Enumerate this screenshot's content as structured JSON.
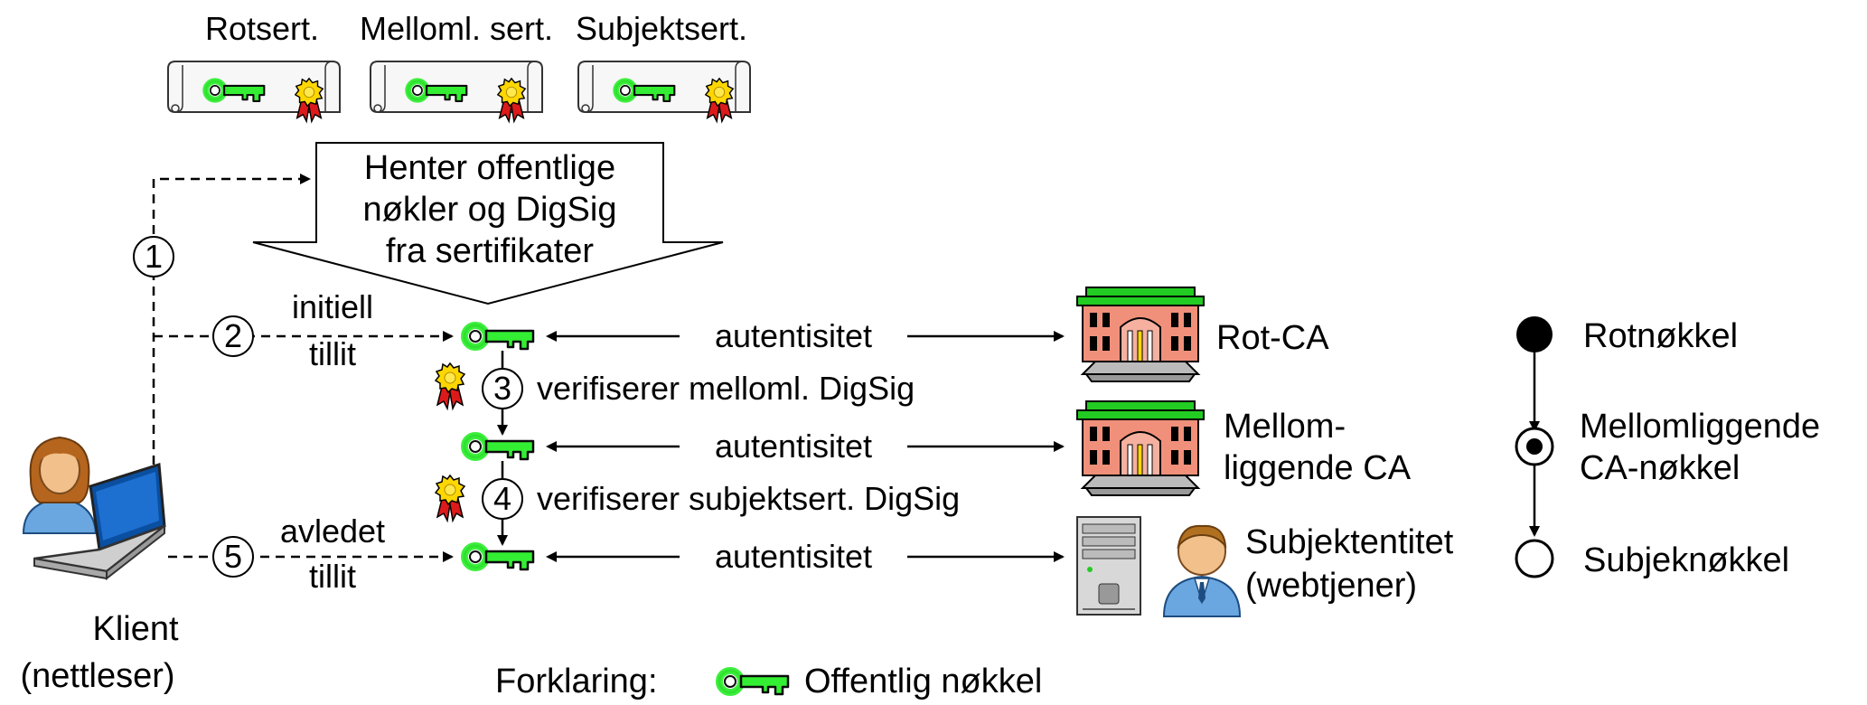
{
  "certificates": {
    "root": "Rotsert.",
    "intermediate": "Melloml. sert.",
    "subject": "Subjektsert."
  },
  "fetch_box": {
    "line1": "Henter offentlige",
    "line2": "nøkler og DigSig",
    "line3": "fra sertifikater"
  },
  "steps": {
    "s1": "1",
    "s2": "2",
    "s3": "3",
    "s4": "4",
    "s5": "5"
  },
  "labels": {
    "initial_trust_1": "initiell",
    "initial_trust_2": "tillit",
    "derived_trust_1": "avledet",
    "derived_trust_2": "tillit",
    "verify_intermediate": "verifiserer melloml. DigSig",
    "verify_subject": "verifiserer subjektsert. DigSig",
    "authenticity": "autentisitet"
  },
  "entities": {
    "root_ca": "Rot-CA",
    "intermediate_ca_1": "Mellom-",
    "intermediate_ca_2": "liggende CA",
    "subject_1": "Subjektentitet",
    "subject_2": "(webtjener)",
    "client_1": "Klient",
    "client_2": "(nettleser)"
  },
  "key_chain": {
    "root": "Rotnøkkel",
    "intermediate_1": "Mellomliggende",
    "intermediate_2": "CA-nøkkel",
    "subject": "Subjeknøkkel"
  },
  "legend": {
    "title": "Forklaring:",
    "public_key": "Offentlig nøkkel"
  },
  "icons": {
    "key": "key-icon",
    "seal": "seal-icon",
    "certificate": "certificate-scroll-icon",
    "building": "ca-building-icon",
    "server": "server-icon",
    "person": "person-icon",
    "laptop": "laptop-icon"
  },
  "colors": {
    "key_green": "#33ee33",
    "seal_gold": "#ffd700",
    "seal_red": "#dd1a1a",
    "building_green": "#22cc22",
    "building_salmon": "#f0907a",
    "person_blue": "#6aa7e0",
    "laptop_blue": "#0a4fa0"
  }
}
